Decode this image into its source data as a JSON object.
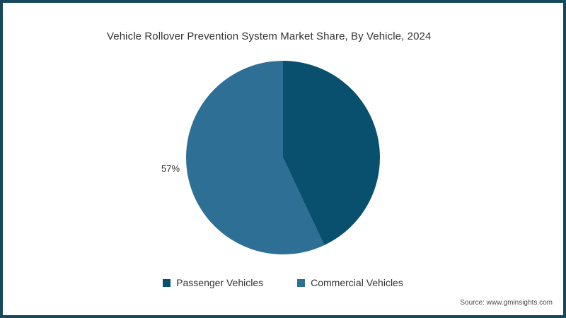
{
  "figure": {
    "title": "Vehicle Rollover Prevention System Market Share, By Vehicle, 2024",
    "source": "Source: www.gminsights.com",
    "frame_color": "#17485c",
    "background": "#ffffff"
  },
  "legend": {
    "position": "bottom-center",
    "items": [
      {
        "label": "Passenger Vehicles",
        "color": "#08506d",
        "swatch_icon": "square-swatch-icon"
      },
      {
        "label": "Commercial Vehicles",
        "color": "#2e6f95",
        "swatch_icon": "square-swatch-icon"
      }
    ]
  },
  "labels": {
    "commercial_share": "57%"
  },
  "chart_data": {
    "type": "pie",
    "title": "Vehicle Rollover Prevention System Market Share, By Vehicle, 2024",
    "xlabel": "",
    "ylabel": "",
    "unit": "percent",
    "legend_position": "bottom-center",
    "grid": false,
    "start_angle_deg": 0,
    "direction": "clockwise",
    "categories": [
      "Passenger Vehicles",
      "Commercial Vehicles"
    ],
    "values": [
      43,
      57
    ],
    "colors": [
      "#08506d",
      "#2e6f95"
    ],
    "data_labels": [
      "",
      "57%"
    ],
    "slices": [
      {
        "name": "Passenger Vehicles",
        "value": 43,
        "color": "#08506d",
        "label_shown": false
      },
      {
        "name": "Commercial Vehicles",
        "value": 57,
        "color": "#2e6f95",
        "label_shown": true,
        "label_text": "57%"
      }
    ]
  }
}
